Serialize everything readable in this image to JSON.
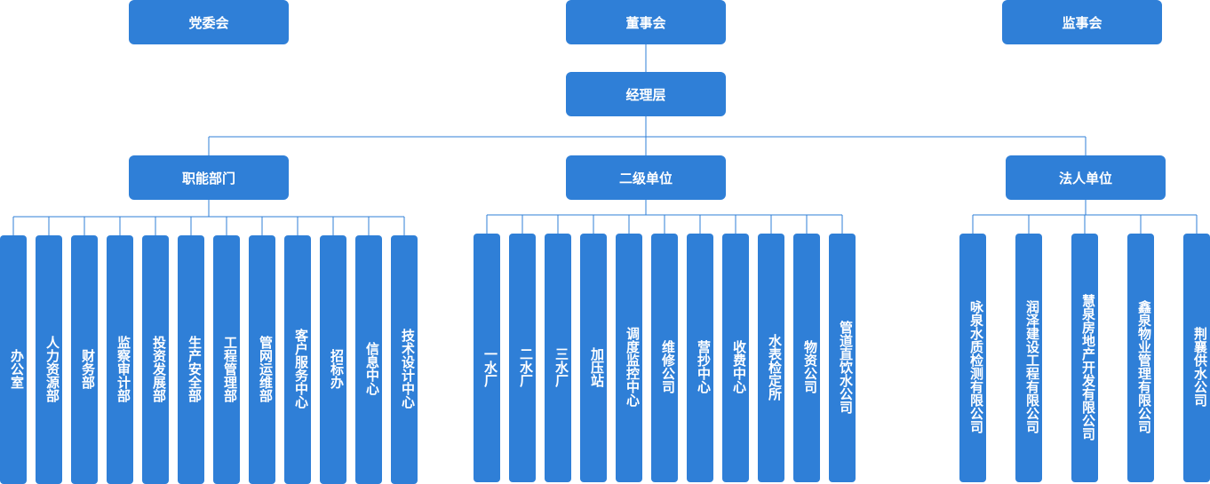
{
  "top": {
    "party": "党委会",
    "board": "董事会",
    "supervisors": "监事会",
    "management": "经理层"
  },
  "groups": {
    "functional": {
      "title": "职能部门",
      "items": [
        "办公室",
        "人力资源部",
        "财务部",
        "监察审计部",
        "投资发展部",
        "生产安全部",
        "工程管理部",
        "管网运维部",
        "客户服务中心",
        "招标办",
        "信息中心",
        "技术设计中心"
      ]
    },
    "secondary": {
      "title": "二级单位",
      "items": [
        "一水厂",
        "二水厂",
        "三水厂",
        "加压站",
        "调度监控中心",
        "维修公司",
        "营抄中心",
        "收费中心",
        "水表检定所",
        "物资公司",
        "管道直饮水公司"
      ]
    },
    "legal": {
      "title": "法人单位",
      "items": [
        "咏泉水质检测有限公司",
        "润泽建设工程有限公司",
        "慧泉房地产开发有限公司",
        "鑫泉物业管理有限公司",
        "荆襄供水公司"
      ]
    }
  },
  "colors": {
    "box": "#2f7fd7",
    "line": "#2f7fd7",
    "text": "#ffffff"
  }
}
